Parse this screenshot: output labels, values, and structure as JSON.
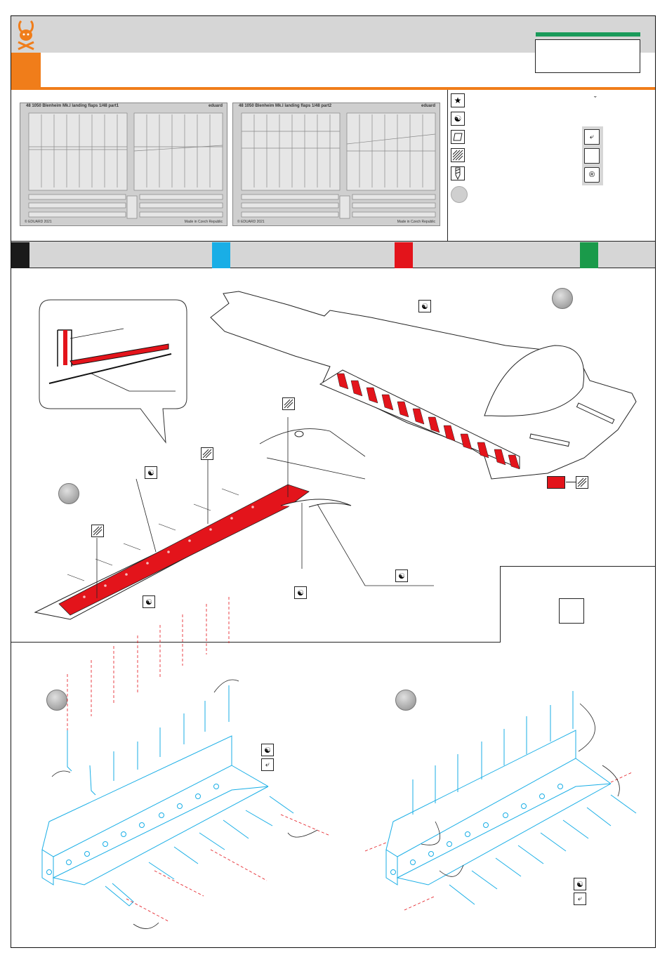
{
  "sheets": [
    {
      "title": "48 1050  Blenheim Mk.I landing flaps   1/48   part1",
      "brand": "eduard",
      "copyright": "© EDUARD 2021",
      "made": "Made in Czech Republic"
    },
    {
      "title": "48 1050  Blenheim Mk.I landing flaps   1/48   part2",
      "brand": "eduard",
      "copyright": "© EDUARD 2021",
      "made": "Made in Czech Republic"
    }
  ],
  "legend": {
    "icons": [
      "star-icon",
      "yin-yang-icon",
      "parallelogram-icon",
      "hatched-icon",
      "drill-icon",
      "gray-circle-icon"
    ],
    "side_icons": [
      "return-arrow-icon",
      "blank-box-icon",
      "registered-icon"
    ],
    "side_mark": "ˇ"
  },
  "colors": {
    "black": "#1a1a1a",
    "blue": "#19aee6",
    "red": "#e3141b",
    "green": "#1a9a4a",
    "orange": "#f07d1a",
    "part_line": "#19aee6"
  },
  "icons": {
    "yin_yang": "☯",
    "return": "⤶",
    "registered": "®",
    "star": "★"
  }
}
